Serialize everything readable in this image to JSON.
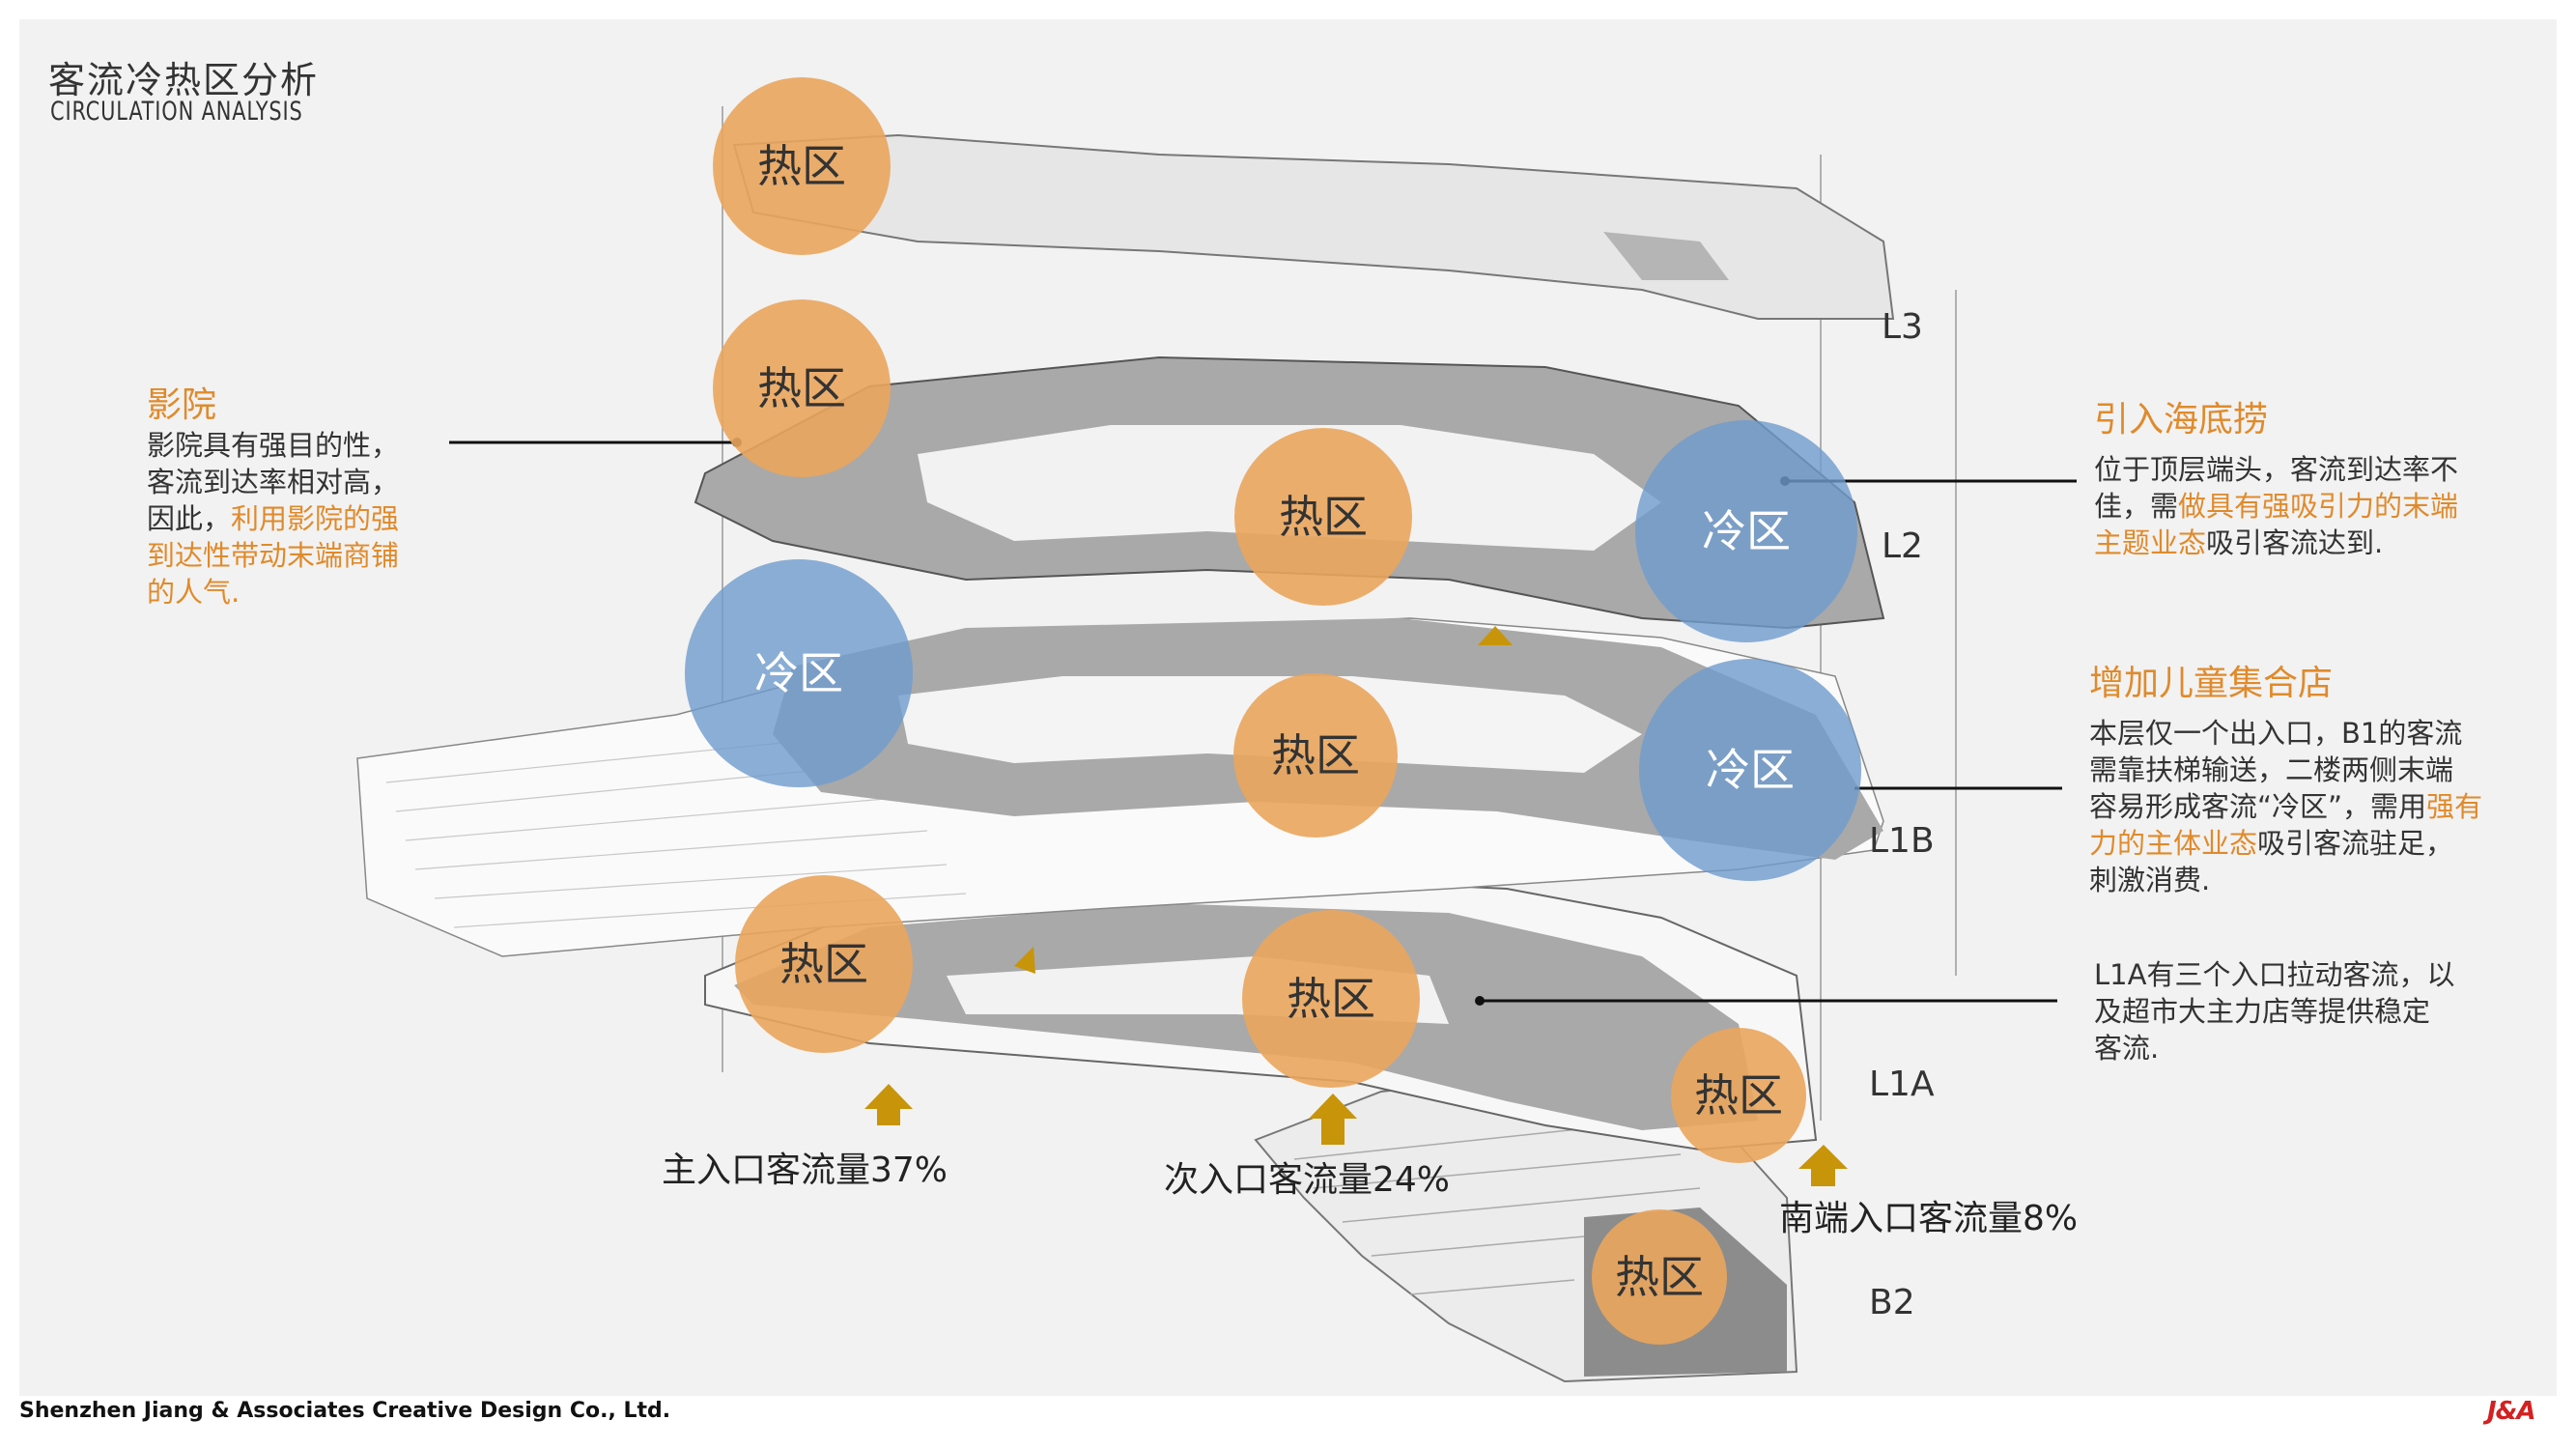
{
  "title": {
    "cn": "客流冷热区分析",
    "en": "CIRCULATION ANALYSIS"
  },
  "levels": [
    "L3",
    "L2",
    "L1B",
    "L1A",
    "B2"
  ],
  "zones": {
    "hot": "热区",
    "cold": "冷区"
  },
  "annotations": {
    "cinema": {
      "heading": "影院",
      "line1": "影院具有强目的性，",
      "line2": "客流到达率相对高，",
      "line3_pre": "因此，",
      "line3_hl": "利用影院的强",
      "line4_hl": "到达性带动末端商铺",
      "line5_hl": "的人气."
    },
    "haidilao": {
      "heading": "引入海底捞",
      "line1": "位于顶层端头，客流到达率不",
      "line2_pre": "佳，需",
      "line2_hl": "做具有强吸引力的末端",
      "line3_hl": "主题业态",
      "line3_post": "吸引客流达到."
    },
    "kids": {
      "heading": "增加儿童集合店",
      "line1": "本层仅一个出入口，B1的客流",
      "line2": "需靠扶梯输送，二楼两侧末端",
      "line3_pre": "容易形成客流“冷区”，需用",
      "line3_hl": "强有",
      "line4_hl": "力的主体业态",
      "line4_post": "吸引客流驻足，",
      "line5": "刺激消费."
    },
    "l1a": {
      "line1": "L1A有三个入口拉动客流，以",
      "line2": "及超市大主力店等提供稳定",
      "line3": "客流."
    }
  },
  "entrances": {
    "main": "主入口客流量37%",
    "secondary": "次入口客流量24%",
    "south": "南端入口客流量8%"
  },
  "footer": {
    "company": "Shenzhen Jiang & Associates Creative Design Co., Ltd.",
    "logo": "J&A"
  },
  "colors": {
    "hot": "#eaa55c",
    "cold": "#6f9bcd",
    "accent": "#e08a2b",
    "arrow": "#c8940a",
    "floor": "#a9a9a9"
  }
}
